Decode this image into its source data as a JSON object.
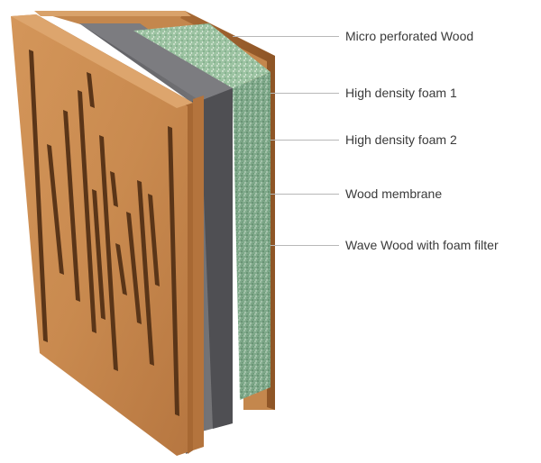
{
  "callouts": [
    {
      "id": "micro-perforated-wood",
      "label": "Micro perforated Wood"
    },
    {
      "id": "high-density-foam-1",
      "label": "High density foam 1"
    },
    {
      "id": "high-density-foam-2",
      "label": "High density foam 2"
    },
    {
      "id": "wood-membrane",
      "label": "Wood membrane"
    },
    {
      "id": "wave-wood-foam-filter",
      "label": "Wave Wood with foam filter"
    }
  ],
  "colors": {
    "wood": "#c98a4f",
    "wood_dark": "#9a5f2e",
    "gray_foam": "#6e6e70",
    "green_foam": "#7fa98a",
    "leader_line": "#b8b8b8",
    "text": "#3a3a3a"
  },
  "slots_count": 13
}
